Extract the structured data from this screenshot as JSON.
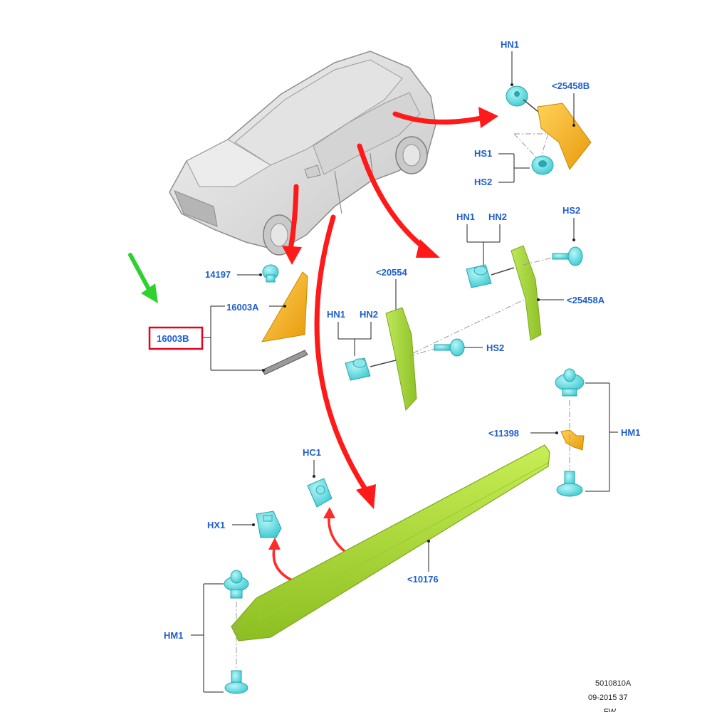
{
  "diagram": {
    "labels": {
      "hn1_top": "HN1",
      "p25458b": "<25458B",
      "hs1_top": "HS1",
      "hs2_top": "HS2",
      "hn1_mid": "HN1",
      "hn2_mid": "HN2",
      "hs2_mid": "HS2",
      "p25458a": "<25458A",
      "p14197": "14197",
      "p16003a": "16003A",
      "p16003b": "16003B",
      "p20554": "<20554",
      "hn1_left": "HN1",
      "hn2_left": "HN2",
      "hs2_left": "HS2",
      "p11398": "<11398",
      "hm1_right": "HM1",
      "hc1": "HC1",
      "hx1": "HX1",
      "p10176": "<10176",
      "hm1_left": "HM1"
    },
    "reference": {
      "line1": "5010810A",
      "line2": "09-2015 37",
      "line3": "FW"
    },
    "colors": {
      "label": "#1f5fd0",
      "highlight_box": "#e8001c",
      "pointer_arrow": "#2fd12f",
      "flow_arrow": "#ff1a1a",
      "clip": "#66e0e6",
      "sill_panel": "#b4e233",
      "moulding": "#a6d83a",
      "trim_orange": "#f5b51c"
    }
  }
}
